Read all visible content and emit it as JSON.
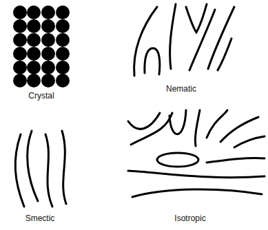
{
  "diagram": {
    "labels": [
      "Crystal",
      "Nematic",
      "Smectic",
      "Isotropic"
    ]
  }
}
